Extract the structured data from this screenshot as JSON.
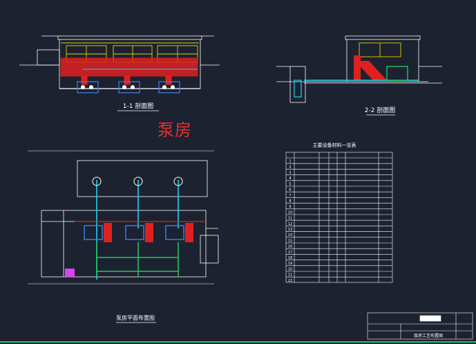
{
  "labels": {
    "section_1": "1-1 剖面图",
    "section_2": "2-2 剖面图",
    "plan": "泵房平面布置图",
    "pump_room": "泵房",
    "table_title": "主要设备材料一览表",
    "title_block": "泵房工艺布置图"
  },
  "table": {
    "rows": [
      "1",
      "2",
      "3",
      "4",
      "5",
      "6",
      "7",
      "8",
      "9",
      "10",
      "11",
      "12",
      "13",
      "14",
      "15",
      "16",
      "17",
      "18",
      "19",
      "20",
      "21",
      "22"
    ]
  },
  "colors": {
    "background": "#1c2230",
    "line": "#ffffff",
    "red": "#e02020",
    "yellow": "#e8d200",
    "green": "#22c55e",
    "cyan": "#22d3ee",
    "blue": "#3b82f6",
    "magenta": "#d946ef"
  }
}
